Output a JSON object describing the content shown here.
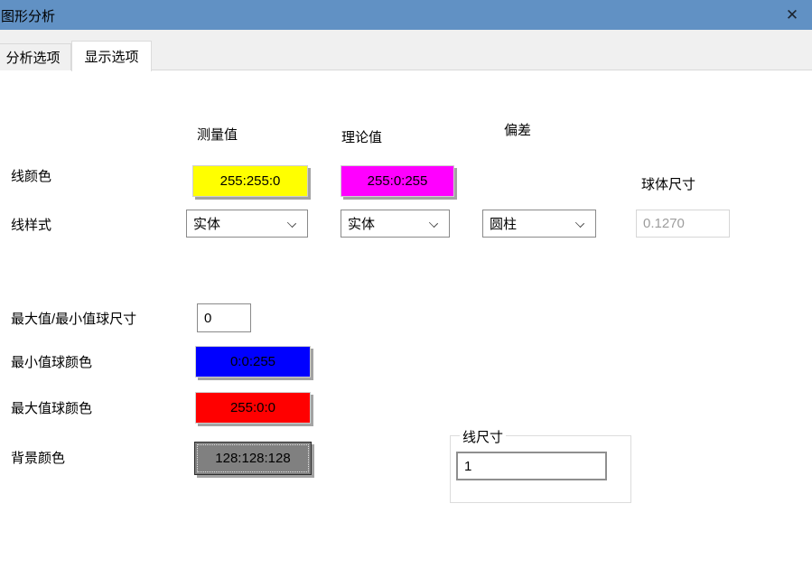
{
  "window": {
    "title": "图形分析",
    "close_glyph": "✕"
  },
  "tabs": {
    "analysis": {
      "label": "分析选项",
      "active": false
    },
    "display": {
      "label": "显示选项",
      "active": true
    }
  },
  "columns": {
    "measured": "测量值",
    "theoretical": "理论值",
    "deviation": "偏差"
  },
  "labels": {
    "line_color": "线颜色",
    "line_style": "线样式",
    "sphere_size": "球体尺寸",
    "minmax_sphere_size": "最大值/最小值球尺寸",
    "min_sphere_color": "最小值球颜色",
    "max_sphere_color": "最大值球颜色",
    "background_color": "背景颜色",
    "line_size_group": "线尺寸"
  },
  "controls": {
    "measured_line_color": {
      "label": "255:255:0",
      "color": "#ffff00"
    },
    "theoretical_line_color": {
      "label": "255:0:255",
      "color": "#ff00ff"
    },
    "measured_line_style": {
      "value": "实体"
    },
    "theoretical_line_style": {
      "value": "实体"
    },
    "deviation_style": {
      "value": "圆柱"
    },
    "sphere_size_field": {
      "value": "0.1270"
    },
    "minmax_sphere_size_field": {
      "value": "0"
    },
    "min_sphere_color": {
      "label": "0:0:255",
      "color": "#0000ff"
    },
    "max_sphere_color": {
      "label": "255:0:0",
      "color": "#ff0000"
    },
    "background_color": {
      "label": "128:128:128",
      "color": "#808080"
    },
    "line_size_field": {
      "value": "1"
    }
  },
  "theme": {
    "titlebar_color": "#6191c4",
    "tabband_color": "#f0f0f0",
    "content_color": "#ffffff"
  }
}
